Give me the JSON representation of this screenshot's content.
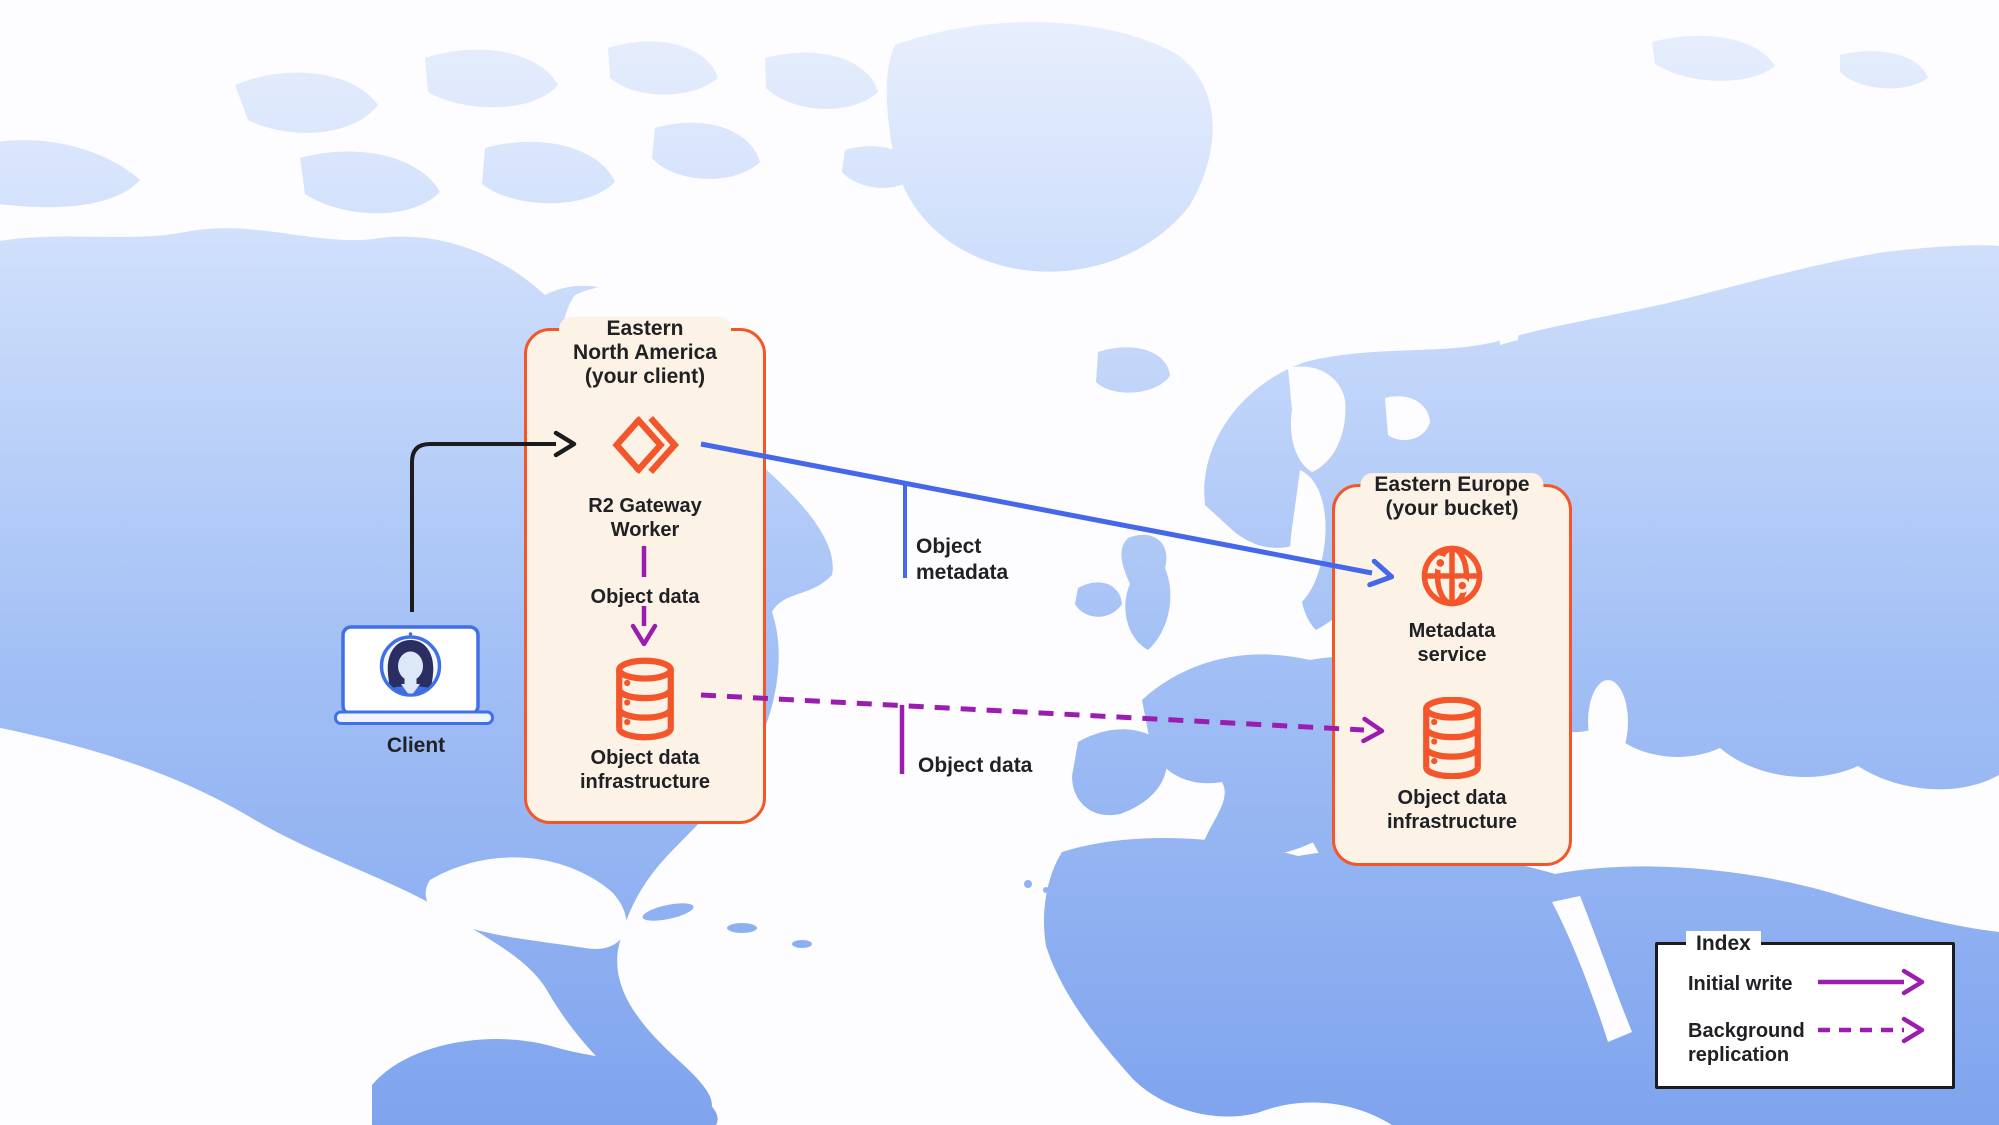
{
  "colors": {
    "orange": "#F3562B",
    "box_fill": "#FCF3E6",
    "purple": "#9A1DB0",
    "blue": "#4468E9",
    "ink": "#1C1C1E",
    "text": "#202124",
    "ocean": "#FDFDFF",
    "laptop_blue": "#4070E8",
    "avatar_navy": "#2A2E62",
    "avatar_skin": "#DCE7F8",
    "land_top": "#EAF0FD",
    "land_bottom": "#7FA4EE"
  },
  "client": {
    "label": "Client"
  },
  "regions": {
    "east_na": {
      "title_lines": [
        "Eastern",
        "North America",
        "(your client)"
      ],
      "gateway_label_lines": [
        "R2 Gateway",
        "Worker"
      ],
      "object_data_label": "Object data",
      "infra_label_lines": [
        "Object data",
        "infrastructure"
      ]
    },
    "east_eu": {
      "title_lines": [
        "Eastern Europe",
        "(your bucket)"
      ],
      "metadata_label_lines": [
        "Metadata",
        "service"
      ],
      "infra_label_lines": [
        "Object data",
        "infrastructure"
      ]
    }
  },
  "flow_labels": {
    "object_metadata_lines": [
      "Object",
      "metadata"
    ],
    "object_data": "Object data"
  },
  "legend": {
    "title": "Index",
    "items": [
      {
        "label_lines": [
          "Initial write"
        ],
        "style": "solid"
      },
      {
        "label_lines": [
          "Background",
          "replication"
        ],
        "style": "dashed"
      }
    ]
  }
}
